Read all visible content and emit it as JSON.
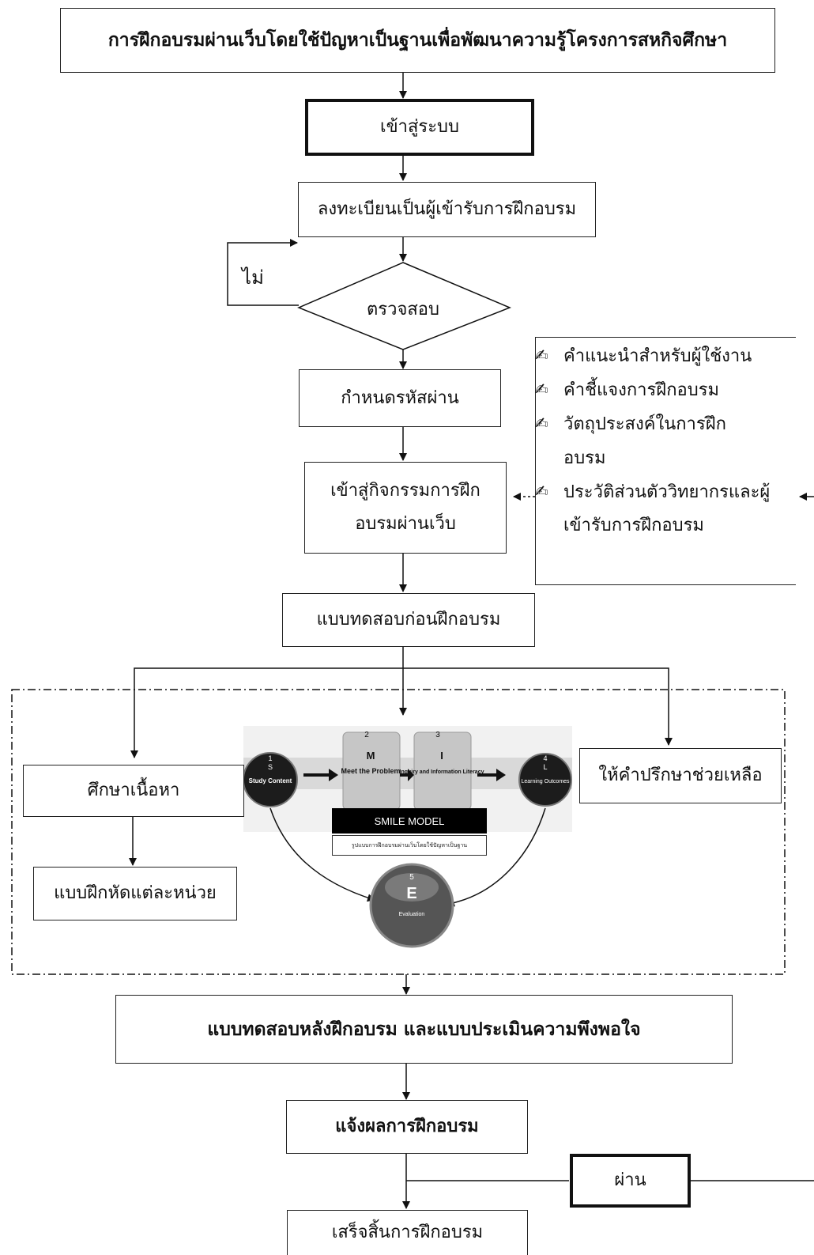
{
  "title": "การฝึกอบรมผ่านเว็บโดยใช้ปัญหาเป็นฐานเพื่อพัฒนาความรู้โครงการสหกิจศึกษา",
  "steps": {
    "login": "เข้าสู่ระบบ",
    "register": "ลงทะเบียนเป็นผู้เข้ารับการฝึกอบรม",
    "check": "ตรวจสอบ",
    "no": "ไม่",
    "set_password": "กำหนดรหัสผ่าน",
    "enter_activity": "เข้าสู่กิจกรรมการฝึกอบรมผ่านเว็บ",
    "pretest": "แบบทดสอบก่อนฝึกอบรม",
    "study": "ศึกษาเนื้อหา",
    "exercise": "แบบฝึกหัดแต่ละหน่วย",
    "consult": "ให้คำปรึกษาช่วยเหลือ",
    "posttest": "แบบทดสอบหลังฝึกอบรม และแบบประเมินความพึงพอใจ",
    "notify": "แจ้งผลการฝึกอบรม",
    "pass": "ผ่าน",
    "finish": "เสร็จสิ้นการฝึกอบรม"
  },
  "info_items": [
    "คำแนะนำสำหรับผู้ใช้งาน",
    "คำชี้แจงการฝึกอบรม",
    "วัตถุประสงค์ในการฝึกอบรม",
    "ประวัติส่วนตัววิทยากรและผู้เข้ารับการฝึกอบรม"
  ],
  "info_icon": "pencil-icon",
  "smile_model": {
    "caption": "SMILE MODEL",
    "subcaption": "รูปแบบการฝึกอบรมผ่านเว็บโดยใช้ปัญหาเป็นฐาน",
    "nodes": [
      {
        "num": "1",
        "letter": "S",
        "label": "Study Content"
      },
      {
        "num": "2",
        "letter": "M",
        "label": "Meet the Problem"
      },
      {
        "num": "3",
        "letter": "I",
        "label": "Inquiry and Information Literacy"
      },
      {
        "num": "4",
        "letter": "L",
        "label": "Learning Outcomes"
      },
      {
        "num": "5",
        "letter": "E",
        "label": "Evaluation"
      }
    ]
  }
}
